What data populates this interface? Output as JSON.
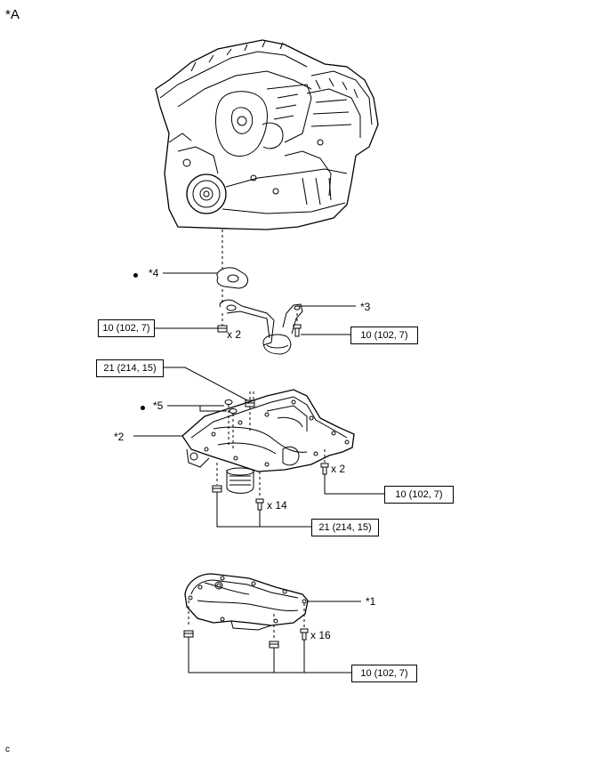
{
  "figure": {
    "view_label": "*A",
    "corner_code": "c"
  },
  "callouts": {
    "c1": "*1",
    "c2": "*2",
    "c3": "*3",
    "c4": "*4",
    "c5": "*5"
  },
  "quantities": {
    "q_intake_bolts": "x 2",
    "q_pan_nuts": "x 2",
    "q_pan_bolts": "x 14",
    "q_lower_bolts": "x 16"
  },
  "torque_specs": {
    "t_strainer_left": "10 (102, 7)",
    "t_strainer_right": "10 (102, 7)",
    "t_pan_top": "21 (214, 15)",
    "t_pan_side": "10 (102, 7)",
    "t_pan_bottom": "21 (214, 15)",
    "t_lower_pan": "10 (102, 7)"
  },
  "markers": {
    "new_part_symbol": "●"
  }
}
